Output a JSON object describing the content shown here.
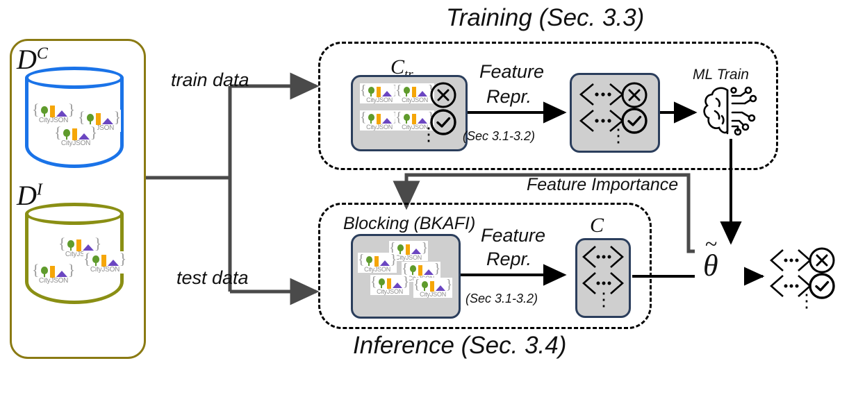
{
  "figure": {
    "type": "pipeline-diagram",
    "caption_sections": [
      "Training (Sec. 3.3)",
      "Inference (Sec. 3.4)"
    ]
  },
  "sources": {
    "frame_color": "#8a7a13",
    "datasets": [
      {
        "label": "D",
        "sup": "C",
        "color": "#1a73e8",
        "records": [
          "CityJSON",
          "CityJSON",
          "CityJSON"
        ]
      },
      {
        "label": "D",
        "sup": "I",
        "color": "#8a8f14",
        "records": [
          "CityJSON",
          "CityJSON",
          "CityJSON"
        ]
      }
    ]
  },
  "splits": {
    "train_label": "train data",
    "test_label": "test data"
  },
  "training": {
    "title": "Training (Sec. 3.3)",
    "pair_box_label": "C",
    "pair_box_sub": "tr",
    "pair_rows": [
      {
        "left": "CityJSON",
        "right": "CityJSON",
        "mark": "cross"
      },
      {
        "left": "CityJSON",
        "right": "CityJSON",
        "mark": "check"
      }
    ],
    "ellipsis": "⋮",
    "arrow_label_line1": "Feature",
    "arrow_label_line2": "Repr.",
    "arrow_label_ref": "(Sec 3.1-3.2)",
    "feature_box_rows": [
      {
        "vector": "⟨ ⋯ ⟩",
        "mark": "cross"
      },
      {
        "vector": "⟨ ⋯ ⟩",
        "mark": "check"
      }
    ],
    "ml_train_label": "ML Train",
    "ml_icon": "brain-chip-icon"
  },
  "feedback": {
    "label": "Feature Importance"
  },
  "inference": {
    "title": "Inference (Sec. 3.4)",
    "blocking_label": "Blocking (BKAFI)",
    "blocking_records": [
      "CityJSON",
      "CityJSON",
      "CityJSON",
      "CityJSON",
      "CityJSON"
    ],
    "arrow_label_line1": "Feature",
    "arrow_label_line2": "Repr.",
    "arrow_label_ref": "(Sec 3.1-3.2)",
    "candidate_box_label": "C",
    "candidate_rows": [
      {
        "vector": "⟨ ⋯ ⟩"
      },
      {
        "vector": "⟨ ⋯ ⟩"
      }
    ],
    "ellipsis": "⋮"
  },
  "output": {
    "model_symbol": "θ",
    "model_symbol_accent": "tilde",
    "result_rows": [
      {
        "vector": "⟨ ⋯ ⟩",
        "mark": "cross"
      },
      {
        "vector": "⟨ ⋯ ⟩",
        "mark": "check"
      }
    ],
    "ellipsis": "⋮"
  },
  "colors": {
    "cand_cyl": "#1a73e8",
    "inst_cyl": "#8a8f14",
    "frame": "#8a7a13",
    "panel_fill": "#cfcfcf",
    "panel_border": "#2b3e5c",
    "connector": "#4a4a4a"
  }
}
